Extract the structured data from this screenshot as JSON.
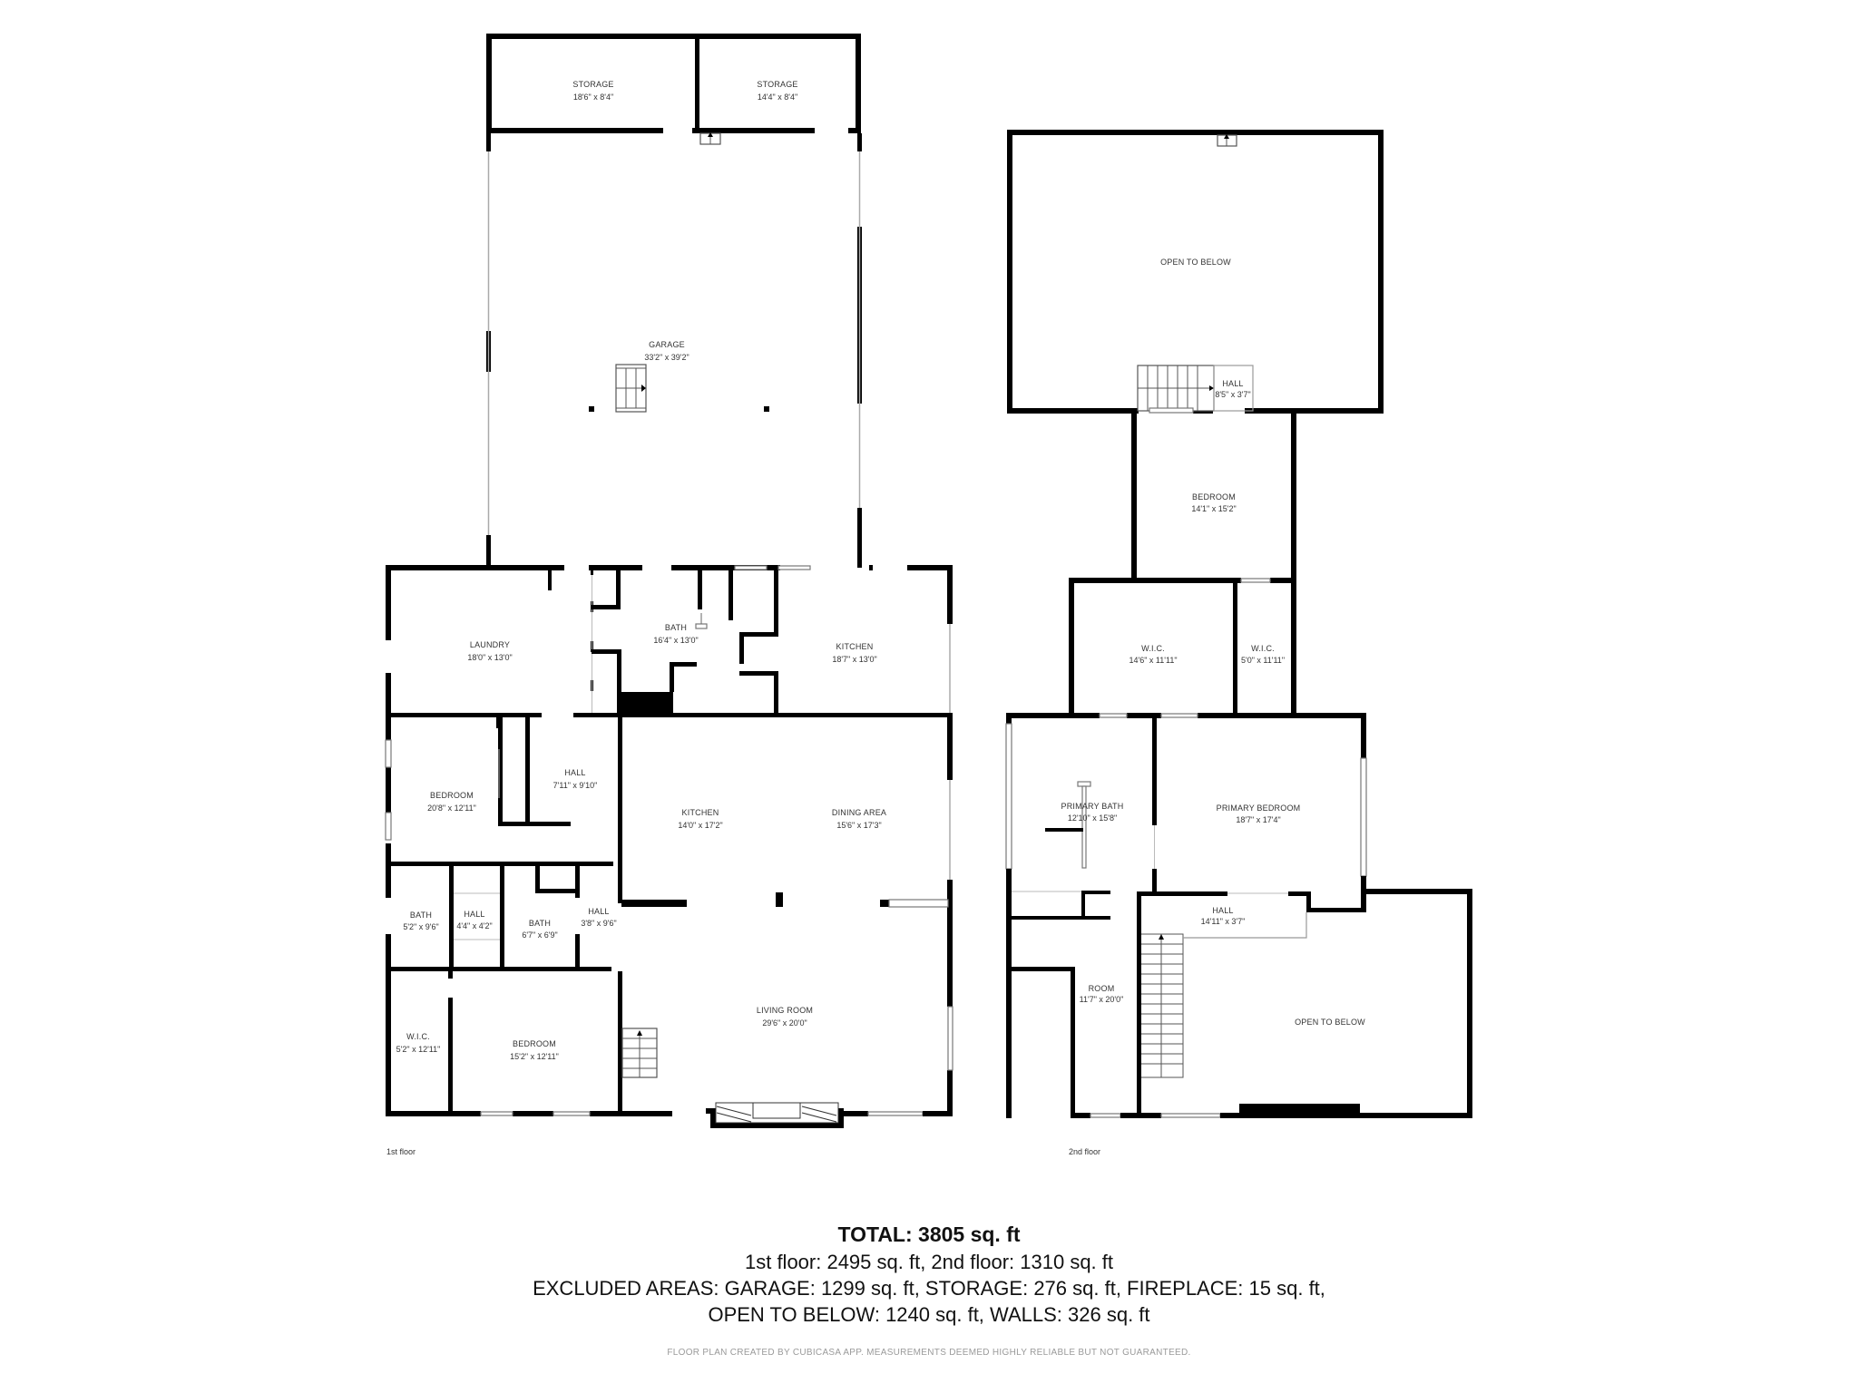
{
  "floors": [
    {
      "label": "1st floor",
      "rooms": [
        {
          "name": "STORAGE",
          "dims": "18'6\" x 8'4\""
        },
        {
          "name": "STORAGE",
          "dims": "14'4\" x 8'4\""
        },
        {
          "name": "GARAGE",
          "dims": "33'2\" x 39'2\""
        },
        {
          "name": "LAUNDRY",
          "dims": "18'0\" x 13'0\""
        },
        {
          "name": "BATH",
          "dims": "16'4\" x 13'0\""
        },
        {
          "name": "KITCHEN",
          "dims": "18'7\" x 13'0\""
        },
        {
          "name": "BEDROOM",
          "dims": "20'8\" x 12'11\""
        },
        {
          "name": "HALL",
          "dims": "7'11\" x 9'10\""
        },
        {
          "name": "KITCHEN",
          "dims": "14'0\" x 17'2\""
        },
        {
          "name": "DINING AREA",
          "dims": "15'6\" x 17'3\""
        },
        {
          "name": "BATH",
          "dims": "5'2\" x 9'6\""
        },
        {
          "name": "HALL",
          "dims": "4'4\" x 4'2\""
        },
        {
          "name": "BATH",
          "dims": "6'7\" x 6'9\""
        },
        {
          "name": "HALL",
          "dims": "3'8\" x 9'6\""
        },
        {
          "name": "W.I.C.",
          "dims": "5'2\" x 12'11\""
        },
        {
          "name": "BEDROOM",
          "dims": "15'2\" x 12'11\""
        },
        {
          "name": "LIVING ROOM",
          "dims": "29'6\" x 20'0\""
        }
      ]
    },
    {
      "label": "2nd floor",
      "rooms": [
        {
          "name": "OPEN TO BELOW",
          "dims": ""
        },
        {
          "name": "HALL",
          "dims": "8'5\" x 3'7\""
        },
        {
          "name": "BEDROOM",
          "dims": "14'1\" x 15'2\""
        },
        {
          "name": "W.I.C.",
          "dims": "14'6\" x 11'11\""
        },
        {
          "name": "W.I.C.",
          "dims": "5'0\" x 11'11\""
        },
        {
          "name": "PRIMARY BATH",
          "dims": "12'10\" x 15'8\""
        },
        {
          "name": "PRIMARY BEDROOM",
          "dims": "18'7\" x 17'4\""
        },
        {
          "name": "HALL",
          "dims": "14'11\" x 3'7\""
        },
        {
          "name": "ROOM",
          "dims": "11'7\" x 20'0\""
        },
        {
          "name": "OPEN TO BELOW",
          "dims": ""
        }
      ]
    }
  ],
  "summary": {
    "total": "TOTAL: 3805 sq. ft",
    "floors_line": "1st floor: 2495 sq. ft, 2nd floor: 1310 sq. ft",
    "excluded_line1": "EXCLUDED AREAS: GARAGE: 1299 sq. ft, STORAGE: 276 sq. ft, FIREPLACE: 15 sq. ft,",
    "excluded_line2": "OPEN TO BELOW: 1240 sq. ft, WALLS: 326 sq. ft",
    "credit": "FLOOR PLAN CREATED BY CUBICASA APP. MEASUREMENTS DEEMED HIGHLY RELIABLE BUT NOT GUARANTEED."
  },
  "colors": {
    "wall": "#000000",
    "background": "#ffffff",
    "text": "#333333",
    "credit": "#9a9a9a"
  }
}
